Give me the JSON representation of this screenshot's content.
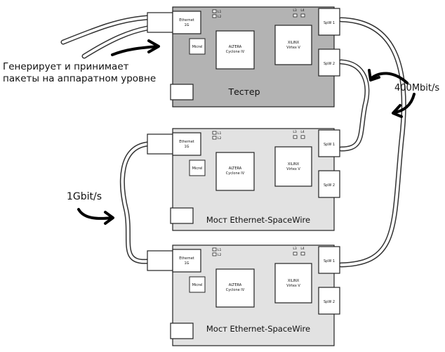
{
  "colors": {
    "tester_board": "#b3b3b3",
    "bridge_board": "#e2e2e2",
    "chip": "#ffffff",
    "outline": "#222222",
    "cable": "#333333"
  },
  "annotations": {
    "generator_line1": "Генерирует и принимает",
    "generator_line2": "пакеты на аппаратном уровне",
    "speed_spw": "400Mbit/s",
    "speed_eth": "1Gbit/s"
  },
  "boards": [
    {
      "name": "tester",
      "title": "Тестер",
      "ethernet": [
        "Ethernet",
        "1G"
      ],
      "micrel": "Micrel",
      "altera": [
        "ALTERA",
        "Cyclone IV"
      ],
      "xilinx": [
        "XILINX",
        "Virtex V"
      ],
      "led_left": [
        "L1",
        "L2"
      ],
      "led_right": [
        "L3",
        "L4"
      ],
      "spw1": "SpW 1",
      "spw2": "SpW 2"
    },
    {
      "name": "bridge-1",
      "title": "Мост Ethernet-SpaceWire",
      "ethernet": [
        "Ethernet",
        "1G"
      ],
      "micrel": "Micrel",
      "altera": [
        "ALTERA",
        "Cyclone IV"
      ],
      "xilinx": [
        "XILINX",
        "Virtex V"
      ],
      "led_left": [
        "L1",
        "L2"
      ],
      "led_right": [
        "L3",
        "L4"
      ],
      "spw1": "SpW 1",
      "spw2": "SpW 2"
    },
    {
      "name": "bridge-2",
      "title": "Мост Ethernet-SpaceWire",
      "ethernet": [
        "Ethernet",
        "1G"
      ],
      "micrel": "Micrel",
      "altera": [
        "ALTERA",
        "Cyclone IV"
      ],
      "xilinx": [
        "XILINX",
        "Virtex V"
      ],
      "led_left": [
        "L1",
        "L2"
      ],
      "led_right": [
        "L3",
        "L4"
      ],
      "spw1": "SpW 1",
      "spw2": "SpW 2"
    }
  ]
}
